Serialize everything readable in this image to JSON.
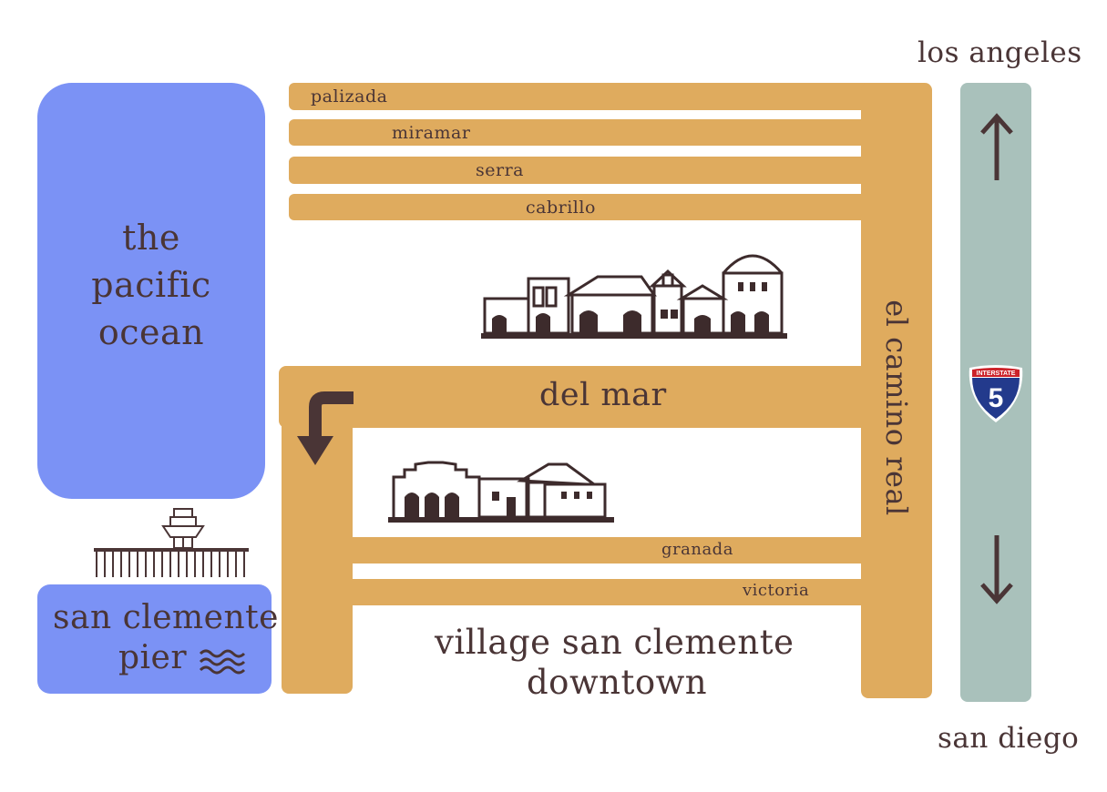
{
  "ocean": {
    "line1": "the",
    "line2": "pacific",
    "line3": "ocean",
    "color": "#7b92f5"
  },
  "pier": {
    "line1": "san clemente",
    "line2": "pier",
    "color": "#7b92f5"
  },
  "streets": {
    "palizada": "palizada",
    "miramar": "miramar",
    "serra": "serra",
    "cabrillo": "cabrillo",
    "del_mar": "del mar",
    "granada": "granada",
    "victoria": "victoria",
    "el_camino_real": "el camino real",
    "road_color": "#dfab5e"
  },
  "freeway": {
    "north": "los angeles",
    "south": "san diego",
    "shield_top": "INTERSTATE",
    "shield_number": "5",
    "color": "#a9c1bb"
  },
  "downtown": {
    "line1": "village san clemente",
    "line2": "downtown"
  },
  "icons": [
    "north-arrow-icon",
    "south-arrow-icon",
    "turn-arrow-icon",
    "waves-icon",
    "interstate-shield-icon",
    "pier-icon",
    "downtown-buildings-icon",
    "mission-buildings-icon"
  ]
}
